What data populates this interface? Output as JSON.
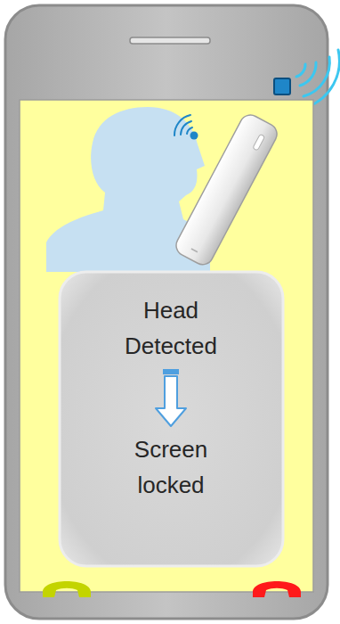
{
  "diagram": {
    "nodes": [
      {
        "text": [
          "Head Detected"
        ]
      },
      {
        "text": [
          "Screen locked"
        ]
      }
    ],
    "edges": [
      {
        "from": 0,
        "to": 1,
        "arrow": "to"
      }
    ]
  }
}
